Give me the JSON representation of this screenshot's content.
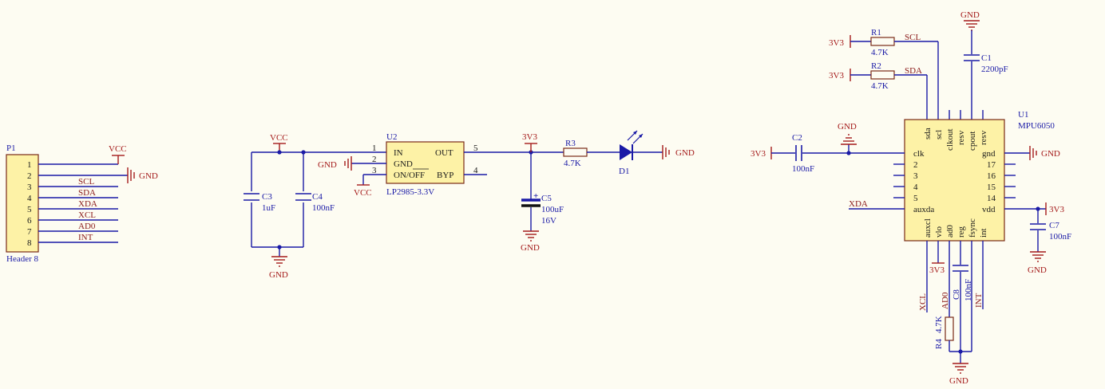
{
  "header": {
    "ref": "P1",
    "name": "Header 8",
    "pins": [
      "1",
      "2",
      "3",
      "4",
      "5",
      "6",
      "7",
      "8"
    ],
    "nets": {
      "vcc": "VCC",
      "gnd": "GND"
    },
    "signals": [
      "SCL",
      "SDA",
      "XDA",
      "XCL",
      "AD0",
      "INT"
    ]
  },
  "regulator": {
    "ref": "U2",
    "part": "LP2985-3.3V",
    "pin_in": "IN",
    "pin_gnd": "GND",
    "pin_onoff": "ON/OFF",
    "pin_out": "OUT",
    "pin_byp": "BYP",
    "num1": "1",
    "num2": "2",
    "num3": "3",
    "num4": "4",
    "num5": "5",
    "vcc_in": "VCC",
    "vcc_en": "VCC",
    "gnd_label": "GND",
    "gnd_bottom": "GND",
    "c3_ref": "C3",
    "c3_val": "1uF",
    "c4_ref": "C4",
    "c4_val": "100nF",
    "out_net": "3V3",
    "c5_ref": "C5",
    "c5_val": "100uF",
    "c5_volt": "16V",
    "c5_gnd": "GND",
    "r3_ref": "R3",
    "r3_val": "4.7K",
    "d1_ref": "D1",
    "d1_gnd": "GND"
  },
  "mpu": {
    "ref": "U1",
    "part": "MPU6050",
    "top_pins": [
      "sda",
      "scl",
      "clkout",
      "resv",
      "cpout",
      "resv"
    ],
    "left_pins": [
      "clk",
      "2",
      "3",
      "4",
      "5",
      "auxda"
    ],
    "right_pins": [
      "gnd",
      "17",
      "16",
      "15",
      "14",
      "vdd"
    ],
    "bottom_pins": [
      "auxcl",
      "vlo",
      "ad0",
      "reg",
      "fsync",
      "int"
    ],
    "r1_ref": "R1",
    "r1_val": "4.7K",
    "r1_net": "SCL",
    "r1_pwr": "3V3",
    "r2_ref": "R2",
    "r2_val": "4.7K",
    "r2_net": "SDA",
    "r2_pwr": "3V3",
    "c1_ref": "C1",
    "c1_val": "2200pF",
    "c1_gnd": "GND",
    "c2_ref": "C2",
    "c2_val": "100nF",
    "c2_pwr": "3V3",
    "clk_gnd": "GND",
    "gnd_right": "GND",
    "xda": "XDA",
    "vdd_pwr": "3V3",
    "c7_ref": "C7",
    "c7_val": "100nF",
    "c7_gnd": "GND",
    "vlo_pwr": "3V3",
    "xcl": "XCL",
    "ad0": "AD0",
    "r4_ref": "R4",
    "r4_val": "4.7K",
    "c8_ref": "C8",
    "c8_val": "100nF",
    "int": "INT",
    "bottom_gnd": "GND"
  }
}
